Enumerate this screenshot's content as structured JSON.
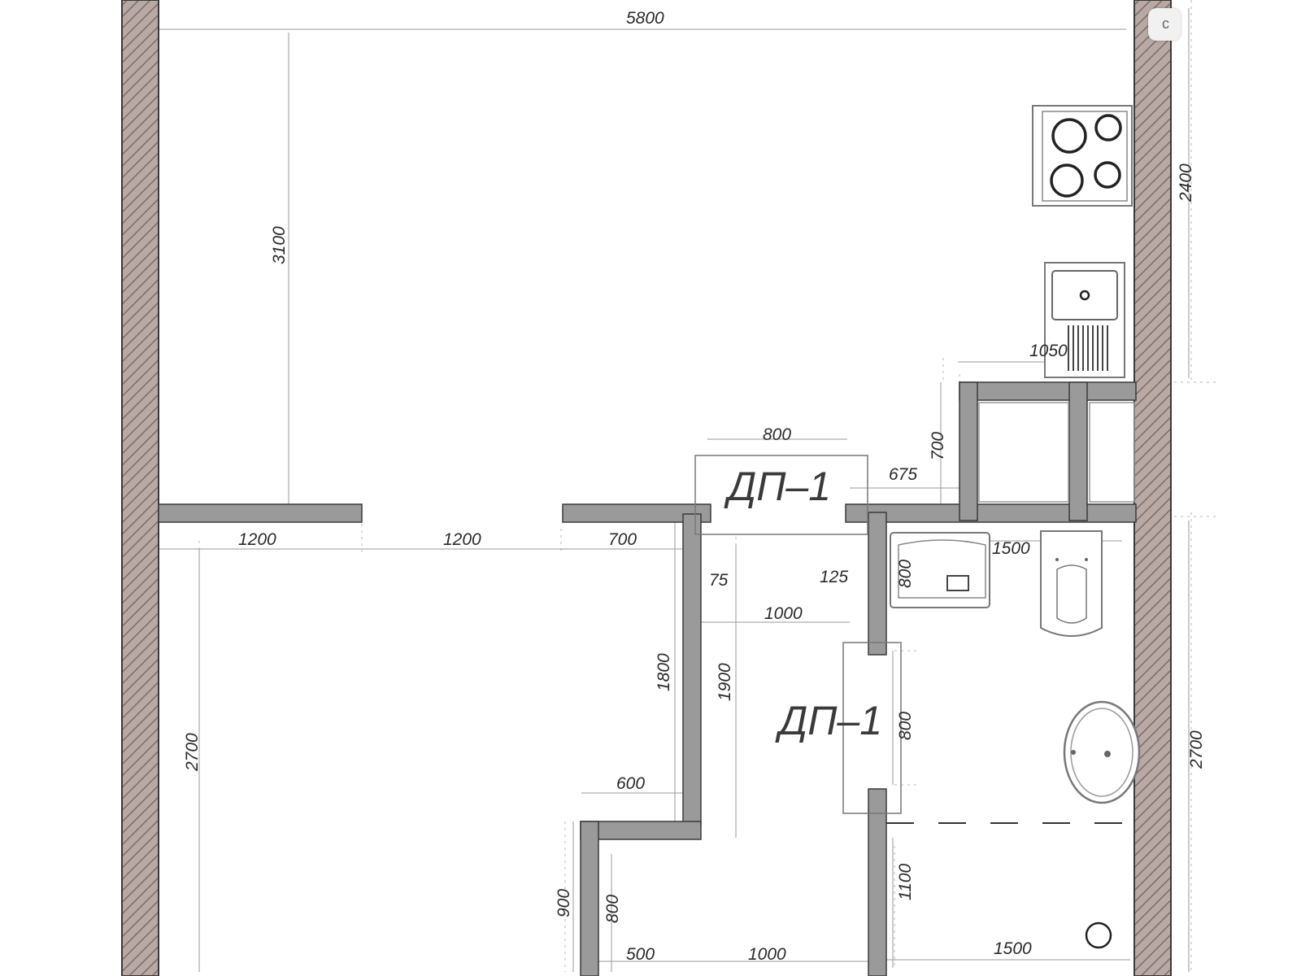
{
  "badge": {
    "text": "c"
  },
  "tags": {
    "opening_top": "ДП–1",
    "opening_hall": "ДП–1"
  },
  "dimensions": {
    "d5800": "5800",
    "d3100": "3100",
    "d2400": "2400",
    "d1050": "1050",
    "d700v": "700",
    "d800top": "800",
    "d675": "675",
    "d1200a": "1200",
    "d1200b": "1200",
    "d700h": "700",
    "d1500top": "1500",
    "d75": "75",
    "d125": "125",
    "d800sink": "800",
    "d1000mid": "1000",
    "d1800": "1800",
    "d1900": "1900",
    "d800door": "800",
    "d2700left": "2700",
    "d2700right": "2700",
    "d600": "600",
    "d900": "900",
    "d800low": "800",
    "d1100": "1100",
    "d500": "500",
    "d1000bot": "1000",
    "d1500bot": "1500"
  }
}
